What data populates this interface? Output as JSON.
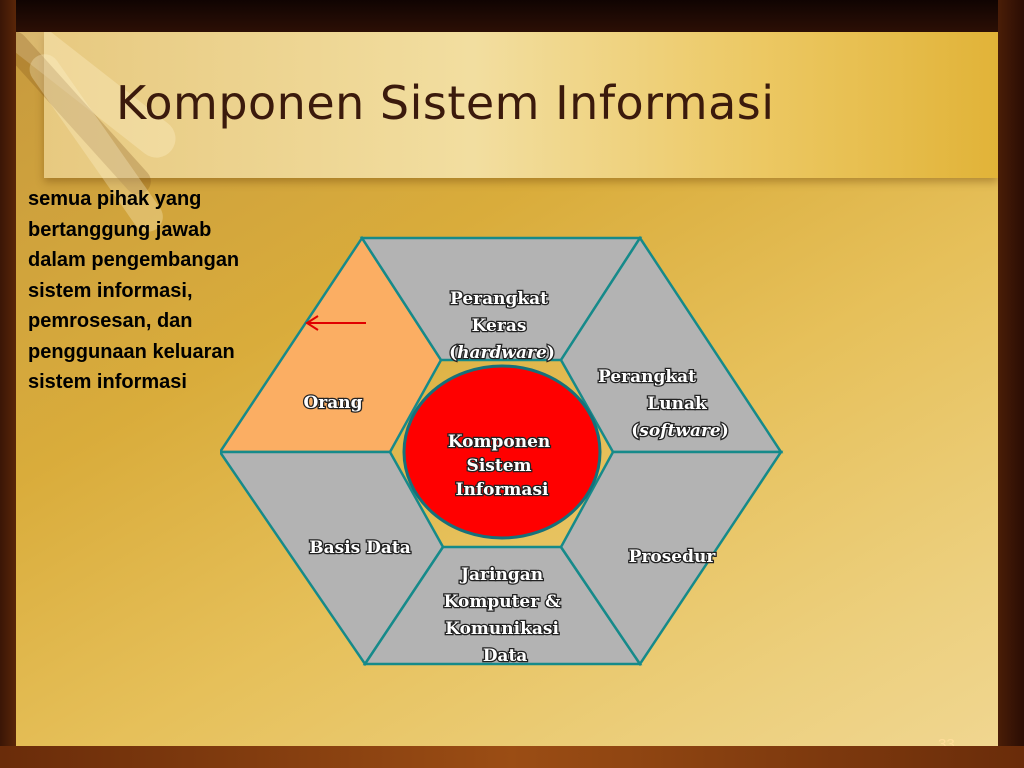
{
  "slide": {
    "title": "Komponen Sistem Informasi",
    "side_note": "semua pihak yang bertanggung jawab dalam pengembangan sistem informasi, pemrosesan, dan penggunaan keluaran sistem informasi",
    "page_number": "33"
  },
  "diagram": {
    "center": {
      "lines": [
        "Komponen",
        "Sistem",
        "Informasi"
      ]
    },
    "segments": {
      "orang": {
        "lines": [
          "Orang"
        ]
      },
      "hardware": {
        "lines": [
          "Perangkat",
          "Keras"
        ],
        "italic": "hardware"
      },
      "software": {
        "lines": [
          "Perangkat",
          "Lunak"
        ],
        "italic": "software"
      },
      "basis_data": {
        "lines": [
          "Basis Data"
        ]
      },
      "prosedur": {
        "lines": [
          "Prosedur"
        ]
      },
      "jaringan": {
        "lines": [
          "Jaringan",
          "Komputer &",
          "Komunikasi",
          "Data"
        ]
      }
    },
    "colors": {
      "orang_fill": "#fbae63",
      "segment_fill": "#b3b3b3",
      "segment_stroke": "#168a8a",
      "center_fill": "#ff0000",
      "center_stroke": "#17707a",
      "arrow": "#e00000"
    }
  }
}
